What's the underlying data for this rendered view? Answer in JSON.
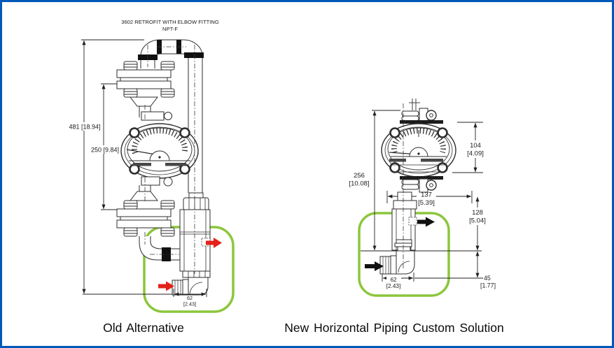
{
  "window": {
    "border_color": "#0058b9",
    "background": "#ffffff"
  },
  "palette": {
    "line": "#2e2e2e",
    "highlight_green": "#8cc63c",
    "arrow_red": "#e32119",
    "arrow_black": "#111111"
  },
  "left_diagram": {
    "title_line1": "3602 RETROFIT WITH ELBOW FITTING",
    "title_line2": "NPT-F",
    "caption": "Old Alternative",
    "dim_overall": "481 [18.94]",
    "dim_flange_span": "250 [9.84]",
    "dim_elbow_mm": "62",
    "dim_elbow_in": "[2.43]"
  },
  "right_diagram": {
    "caption": "New Horizontal Piping Custom Solution",
    "dim_height_mm": "256",
    "dim_height_in": "[10.08]",
    "dim_gauge_mm": "104",
    "dim_gauge_in": "[4.09]",
    "dim_width_mm": "137",
    "dim_width_in": "[5.39]",
    "dim_drop_mm": "128",
    "dim_drop_in": "[5.04]",
    "dim_elbow_mm": "62",
    "dim_elbow_in": "[2.43]",
    "dim_outlet_mm": "45",
    "dim_outlet_in": "[1.77]"
  }
}
